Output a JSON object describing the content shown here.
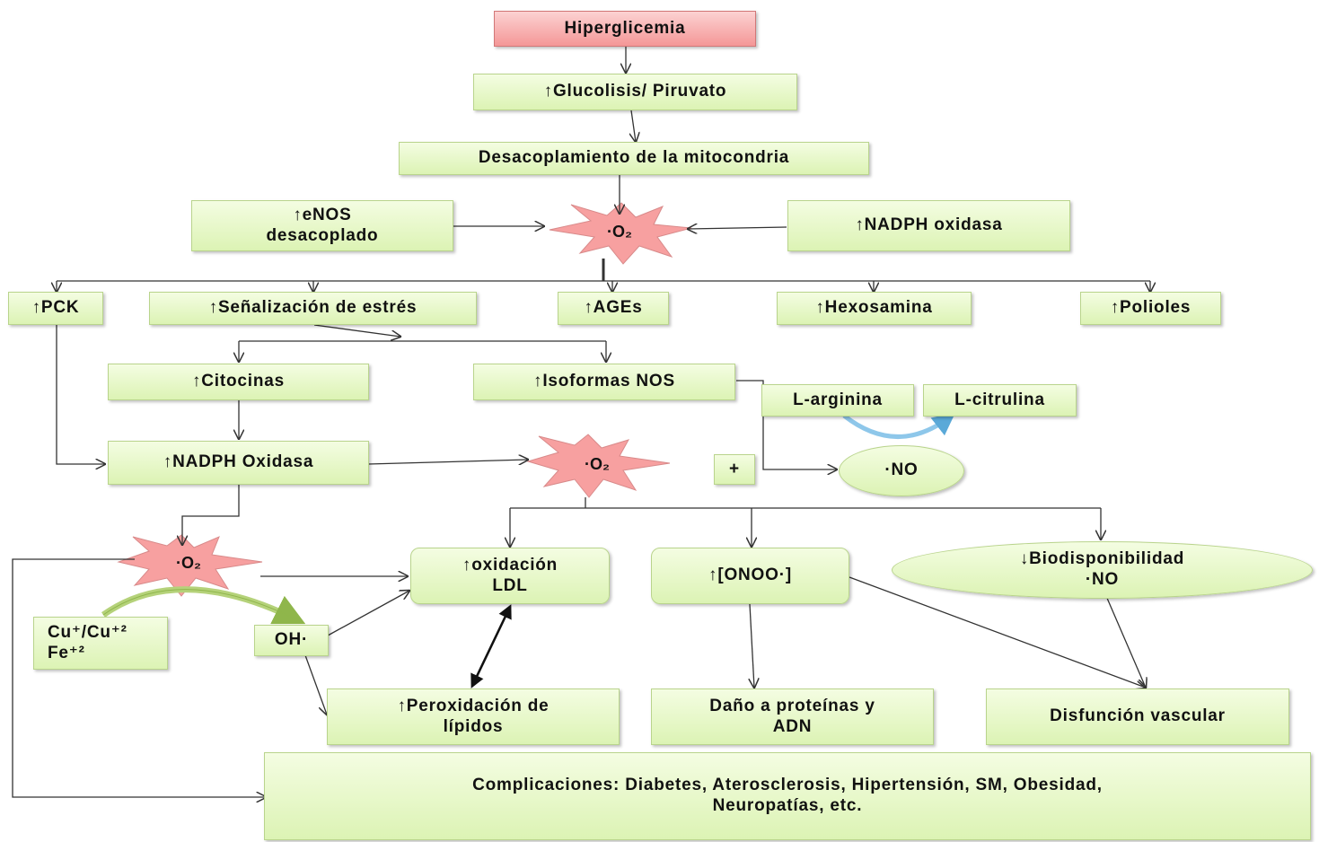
{
  "colors": {
    "box_fill": "#dcf3b4",
    "box_border": "#b9d48c",
    "top_box_fill": "#f49797",
    "star_fill": "#f7a0a0",
    "arrow": "#333333"
  },
  "nodes": {
    "hiperglicemia": "Hiperglicemia",
    "glucolisis": "↑Glucolisis/ Piruvato",
    "desacoplamiento": "Desacoplamiento de la mitocondria",
    "enos": "↑eNOS\ndesacoplado",
    "o2_top": "·O₂",
    "nadph_oxidasa_top": "↑NADPH oxidasa",
    "pck": "↑PCK",
    "senalizacion": "↑Señalización de estrés",
    "ages": "↑AGEs",
    "hexosamina": "↑Hexosamina",
    "polioles": "↑Polioles",
    "citocinas": "↑Citocinas",
    "isoformas_nos": "↑Isoformas NOS",
    "l_arginina": "L-arginina",
    "l_citrulina": "L-citrulina",
    "nadph_oxidasa_mid": "↑NADPH Oxidasa",
    "o2_mid": "·O₂",
    "plus": "+",
    "no": "·NO",
    "o2_left": "·O₂",
    "oxidacion_ldl": "↑oxidación\nLDL",
    "onoo": "↑[ONOO·]",
    "biodisponibilidad": "↓Biodisponibilidad\n·NO",
    "cu_fe": "Cu⁺/Cu⁺²\nFe⁺²",
    "oh": "OH·",
    "peroxidacion": "↑Peroxidación de\nlípidos",
    "dano": "Daño a proteínas y\nADN",
    "disfuncion": "Disfunción vascular",
    "complicaciones": "Complicaciones: Diabetes, Aterosclerosis, Hipertensión, SM, Obesidad,\nNeuropatías, etc."
  }
}
